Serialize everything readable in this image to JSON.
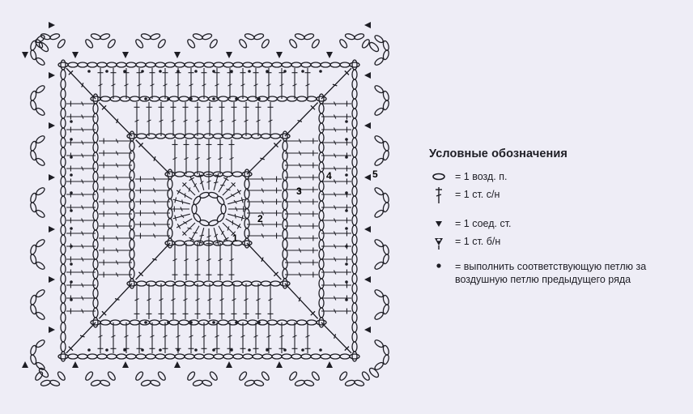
{
  "legend": {
    "title": "Условные обозначения",
    "items": [
      {
        "symbol": "chain-stitch-icon",
        "text": "= 1 возд. п."
      },
      {
        "symbol": "double-crochet-icon",
        "text": "= 1 ст. с/н"
      },
      {
        "symbol": "slip-stitch-icon",
        "text": "= 1 соед. ст."
      },
      {
        "symbol": "single-crochet-icon",
        "text": "= 1 ст. б/н"
      },
      {
        "symbol": "dot-icon",
        "text": "= выполнить соответствующую петлю за воздушную петлю предыдущего ряда"
      }
    ]
  },
  "diagram": {
    "row_labels": [
      "1",
      "2",
      "3",
      "4",
      "5"
    ]
  },
  "colors": {
    "ink": "#1d1d24",
    "background": "#eeedf6"
  }
}
